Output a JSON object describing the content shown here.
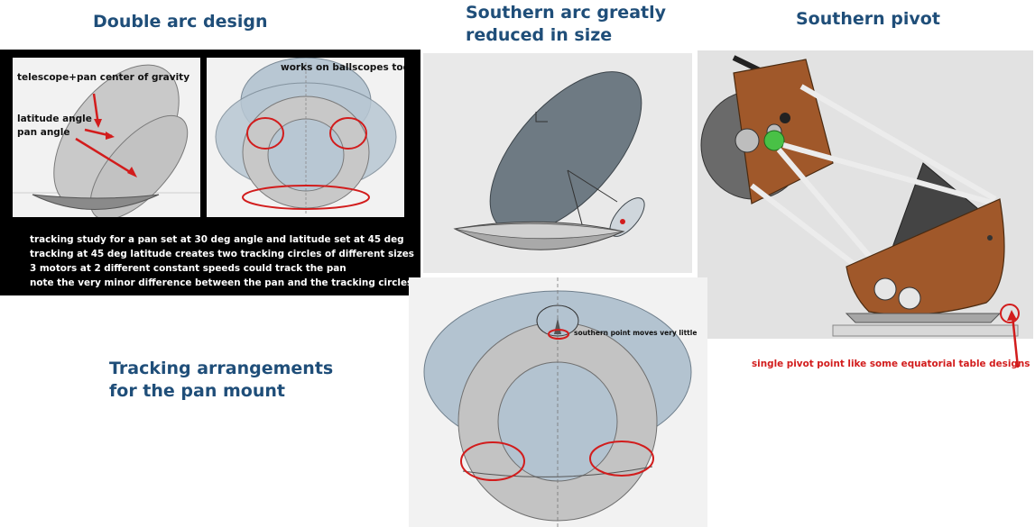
{
  "headings": {
    "double_arc": "Double arc design",
    "southern_arc": [
      "Southern arc greatly",
      "reduced in size"
    ],
    "southern_pivot": "Southern pivot",
    "tracking": [
      "Tracking arrangements",
      "for the pan mount"
    ]
  },
  "double_arc_panel": {
    "labels": {
      "center_of_gravity": "telescope+pan center of gravity",
      "latitude_angle": "latitude angle",
      "pan_angle": "pan angle",
      "ballscopes": "works on ballscopes too"
    },
    "study_notes": [
      "tracking study for a pan set at 30 deg angle and latitude set at 45 deg",
      "tracking at 45 deg latitude creates two tracking circles of different sizes",
      "3 motors at 2 different constant speeds could track the pan",
      "note the very minor difference between the pan and the tracking circles"
    ]
  },
  "tracking_panel": {
    "annotation": "southern point moves very little"
  },
  "pivot_panel": {
    "annotation": "single pivot point like some equatorial table designs"
  },
  "colors": {
    "heading_blue": "#1f4e79",
    "annotation_red": "#d21c1c",
    "pan_gray": "#b8b8b8",
    "pan_blue": "#b3c3d0",
    "wood": "#a0582a"
  }
}
